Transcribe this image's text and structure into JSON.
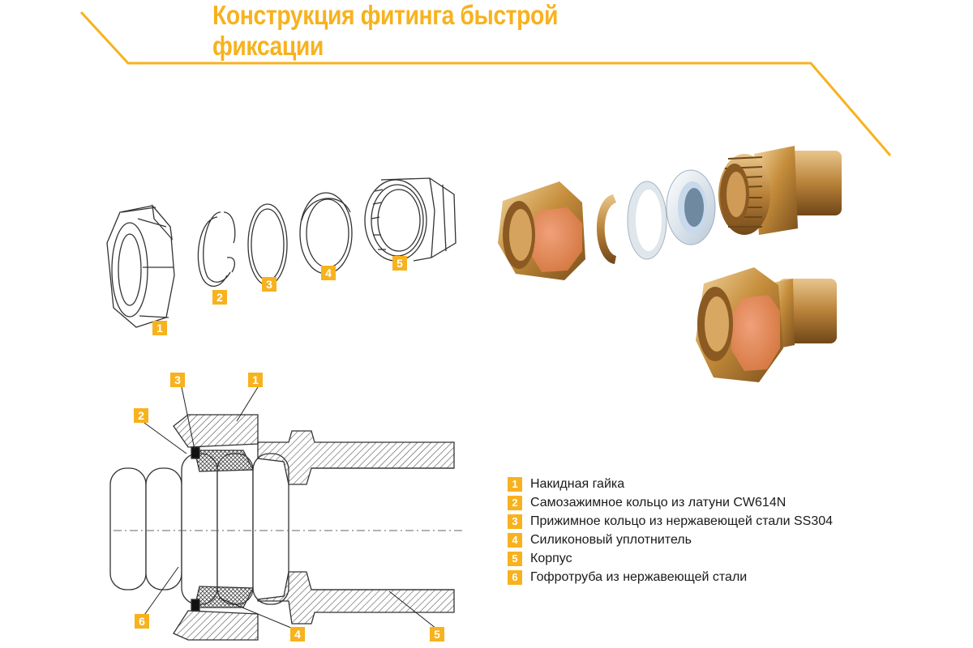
{
  "title": "Конструкция фитинга быстрой фиксации",
  "colors": {
    "accent": "#f7b21e",
    "brass": "#c9953f",
    "hatch": "#555555"
  },
  "exploded_callouts": [
    "1",
    "2",
    "3",
    "4",
    "5"
  ],
  "section_callouts": [
    "1",
    "2",
    "3",
    "4",
    "5",
    "6"
  ],
  "legend": [
    {
      "num": "1",
      "text": "Накидная гайка"
    },
    {
      "num": "2",
      "text": "Самозажимное кольцо из латуни CW614N"
    },
    {
      "num": "3",
      "text": "Прижимное кольцо из нержавеющей стали SS304"
    },
    {
      "num": "4",
      "text": "Силиконовый уплотнитель"
    },
    {
      "num": "5",
      "text": "Корпус"
    },
    {
      "num": "6",
      "text": "Гофротруба из нержавеющей стали"
    }
  ]
}
